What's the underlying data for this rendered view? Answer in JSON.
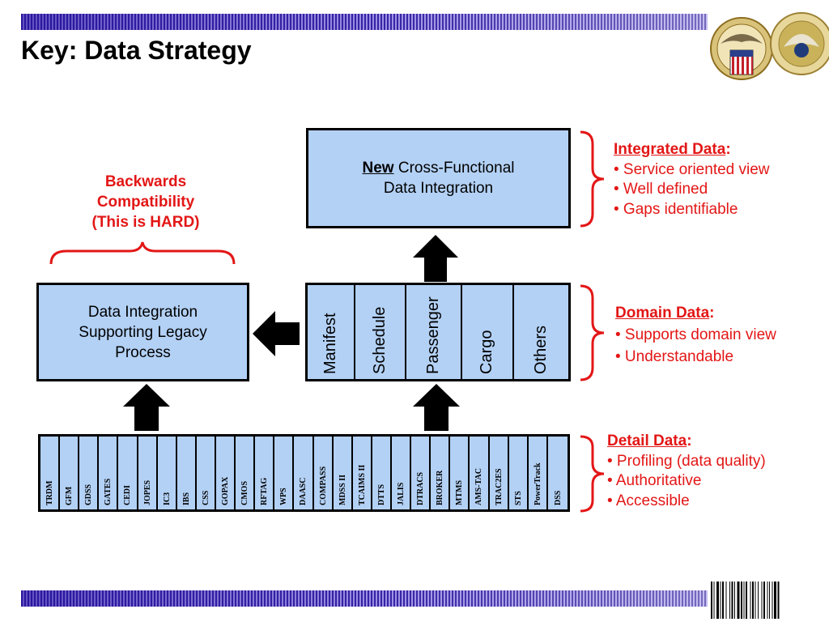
{
  "slide": {
    "title": "Key:  Data Strategy"
  },
  "top_box": {
    "new_word": "New",
    "line1_rest": " Cross-Functional",
    "line2": "Data Integration"
  },
  "legacy_label": {
    "line1": "Backwards",
    "line2": "Compatibility",
    "line3": "(This is HARD)"
  },
  "legacy_box": {
    "line1": "Data Integration",
    "line2": "Supporting Legacy",
    "line3": "Process"
  },
  "domain_box": {
    "items": [
      "Manifest",
      "Schedule",
      "Passenger",
      "Cargo",
      "Others"
    ]
  },
  "detail_box": {
    "items": [
      "TRDM",
      "GFM",
      "GDSS",
      "GATES",
      "CEDI",
      "JOPES",
      "IC3",
      "IBS",
      "CSS",
      "GOPAX",
      "CMOS",
      "RFTAG",
      "WPS",
      "DAASC",
      "COMPASS",
      "MDSS II",
      "TCAIMS II",
      "DTTS",
      "JALIS",
      "DTRACS",
      "BROKER",
      "MTMS",
      "AMS-TAC",
      "TRAC2ES",
      "STS",
      "PowerTrack",
      "DSS"
    ]
  },
  "notes": {
    "integrated": {
      "heading": "Integrated Data",
      "colon": ":",
      "bullets": [
        "• Service oriented view",
        "• Well defined",
        "• Gaps identifiable"
      ]
    },
    "domain": {
      "heading": "Domain Data",
      "colon": ":",
      "bullets": [
        "• Supports domain view",
        "• Understandable"
      ]
    },
    "detail": {
      "heading": "Detail Data",
      "colon": ":",
      "bullets": [
        "• Profiling (data quality)",
        "• Authoritative",
        "• Accessible"
      ]
    }
  },
  "colors": {
    "box_fill": "#b3d1f5",
    "accent_red": "#e31616",
    "bar_dark": "#2a1a9c",
    "bar_light": "#a79be6"
  }
}
